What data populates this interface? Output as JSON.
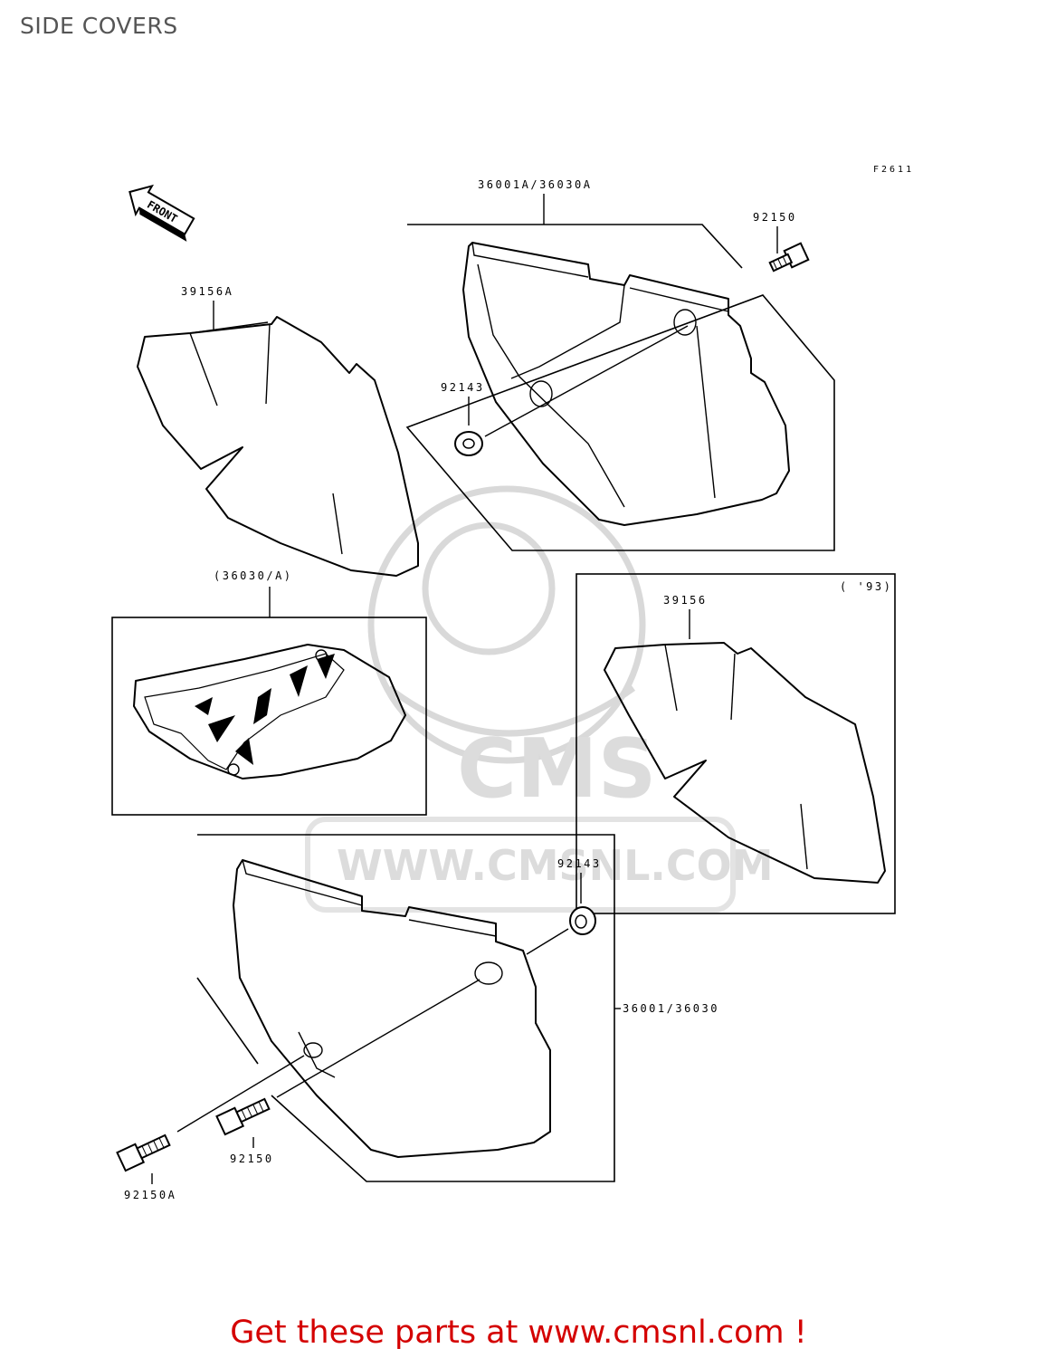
{
  "header": {
    "title": "SIDE COVERS"
  },
  "figure": {
    "code": "F2611",
    "front_arrow_label": "FRONT",
    "variant_label": "( '93)",
    "parts": {
      "cover_right": "36001A/36030A",
      "bolt_top": "92150",
      "grommet_top": "92143",
      "decal_left": "39156A",
      "decal_option_label": "(36030/A)",
      "decal_right": "39156",
      "grommet_bottom": "92143",
      "cover_left": "36001/36030",
      "bolt_bottom": "92150",
      "bolt_bottom_a": "92150A"
    }
  },
  "watermark": {
    "brand": "CMS",
    "url": "WWW.CMSNL.COM"
  },
  "footer": {
    "promo_text": "Get these parts at www.cmsnl.com !"
  }
}
